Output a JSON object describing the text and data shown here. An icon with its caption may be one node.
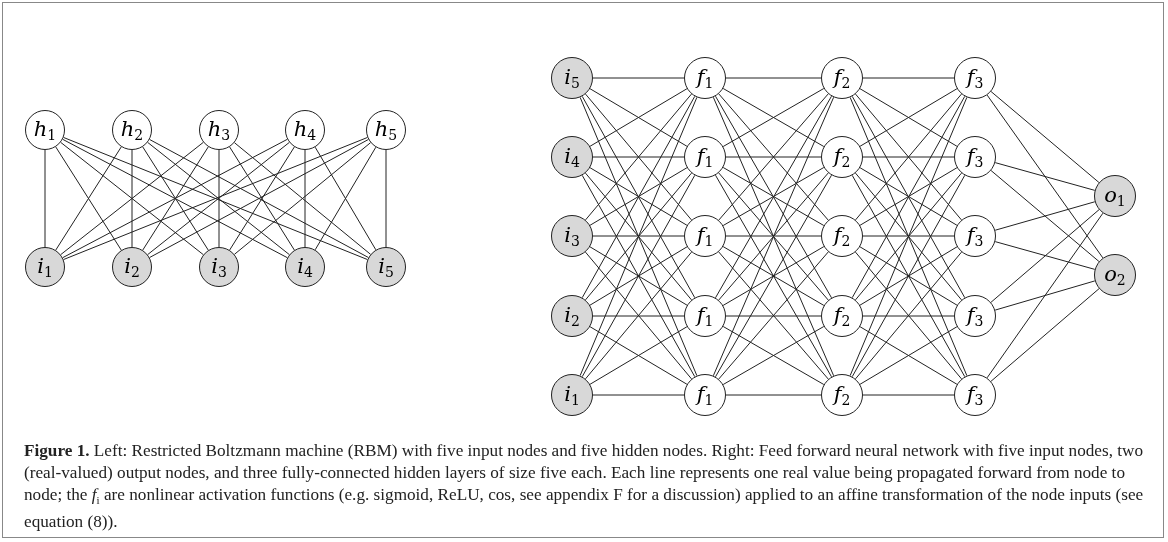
{
  "diagram": {
    "caption": "**Figure 1.** Left: Restricted Boltzmann machine (RBM) with five input nodes and five hidden nodes. Right: Feed forward neural network with five input nodes, two (real-valued) output nodes, and three fully-connected hidden layers of size five each. Each line represents one real value being propagated forward from node to node; the *f*$_{i}$ are nonlinear activation functions (e.g. sigmoid, ReLU, cos, see appendix F for a discussion) applied to an affine transformation of the node inputs (see equation (8)).",
    "nodes": [
      {
        "text": [
          "*h*$_{1}$"
        ]
      },
      {
        "text": [
          "*h*$_{2}$"
        ]
      },
      {
        "text": [
          "*h*$_{3}$"
        ]
      },
      {
        "text": [
          "*h*$_{4}$"
        ]
      },
      {
        "text": [
          "*h*$_{5}$"
        ]
      },
      {
        "text": [
          "*i*$_{1}$"
        ]
      },
      {
        "text": [
          "*i*$_{2}$"
        ]
      },
      {
        "text": [
          "*i*$_{3}$"
        ]
      },
      {
        "text": [
          "*i*$_{4}$"
        ]
      },
      {
        "text": [
          "*i*$_{5}$"
        ]
      },
      {
        "text": [
          "*i*$_{5}$"
        ]
      },
      {
        "text": [
          "*i*$_{4}$"
        ]
      },
      {
        "text": [
          "*i*$_{3}$"
        ]
      },
      {
        "text": [
          "*i*$_{2}$"
        ]
      },
      {
        "text": [
          "*i*$_{1}$"
        ]
      },
      {
        "text": [
          "*f*$_{1}$"
        ]
      },
      {
        "text": [
          "*f*$_{1}$"
        ]
      },
      {
        "text": [
          "*f*$_{1}$"
        ]
      },
      {
        "text": [
          "*f*$_{1}$"
        ]
      },
      {
        "text": [
          "*f*$_{1}$"
        ]
      },
      {
        "text": [
          "*f*$_{2}$"
        ]
      },
      {
        "text": [
          "*f*$_{2}$"
        ]
      },
      {
        "text": [
          "*f*$_{2}$"
        ]
      },
      {
        "text": [
          "*f*$_{2}$"
        ]
      },
      {
        "text": [
          "*f*$_{2}$"
        ]
      },
      {
        "text": [
          "*f*$_{3}$"
        ]
      },
      {
        "text": [
          "*f*$_{3}$"
        ]
      },
      {
        "text": [
          "*f*$_{3}$"
        ]
      },
      {
        "text": [
          "*f*$_{3}$"
        ]
      },
      {
        "text": [
          "*f*$_{3}$"
        ]
      },
      {
        "text": [
          "*o*$_{1}$"
        ]
      },
      {
        "text": [
          "*o*$_{2}$"
        ]
      }
    ],
    "edges": [
      {
        "from": 0,
        "to": 5,
        "arrow": "none"
      },
      {
        "from": 0,
        "to": 6,
        "arrow": "none"
      },
      {
        "from": 0,
        "to": 7,
        "arrow": "none"
      },
      {
        "from": 0,
        "to": 8,
        "arrow": "none"
      },
      {
        "from": 0,
        "to": 9,
        "arrow": "none"
      },
      {
        "from": 1,
        "to": 5,
        "arrow": "none"
      },
      {
        "from": 1,
        "to": 6,
        "arrow": "none"
      },
      {
        "from": 1,
        "to": 7,
        "arrow": "none"
      },
      {
        "from": 1,
        "to": 8,
        "arrow": "none"
      },
      {
        "from": 1,
        "to": 9,
        "arrow": "none"
      },
      {
        "from": 2,
        "to": 5,
        "arrow": "none"
      },
      {
        "from": 2,
        "to": 6,
        "arrow": "none"
      },
      {
        "from": 2,
        "to": 7,
        "arrow": "none"
      },
      {
        "from": 2,
        "to": 8,
        "arrow": "none"
      },
      {
        "from": 2,
        "to": 9,
        "arrow": "none"
      },
      {
        "from": 3,
        "to": 5,
        "arrow": "none"
      },
      {
        "from": 3,
        "to": 6,
        "arrow": "none"
      },
      {
        "from": 3,
        "to": 7,
        "arrow": "none"
      },
      {
        "from": 3,
        "to": 8,
        "arrow": "none"
      },
      {
        "from": 3,
        "to": 9,
        "arrow": "none"
      },
      {
        "from": 4,
        "to": 5,
        "arrow": "none"
      },
      {
        "from": 4,
        "to": 6,
        "arrow": "none"
      },
      {
        "from": 4,
        "to": 7,
        "arrow": "none"
      },
      {
        "from": 4,
        "to": 8,
        "arrow": "none"
      },
      {
        "from": 4,
        "to": 9,
        "arrow": "none"
      },
      {
        "from": 10,
        "to": 15,
        "arrow": "none"
      },
      {
        "from": 10,
        "to": 16,
        "arrow": "none"
      },
      {
        "from": 10,
        "to": 17,
        "arrow": "none"
      },
      {
        "from": 10,
        "to": 18,
        "arrow": "none"
      },
      {
        "from": 10,
        "to": 19,
        "arrow": "none"
      },
      {
        "from": 11,
        "to": 15,
        "arrow": "none"
      },
      {
        "from": 11,
        "to": 16,
        "arrow": "none"
      },
      {
        "from": 11,
        "to": 17,
        "arrow": "none"
      },
      {
        "from": 11,
        "to": 18,
        "arrow": "none"
      },
      {
        "from": 11,
        "to": 19,
        "arrow": "none"
      },
      {
        "from": 12,
        "to": 15,
        "arrow": "none"
      },
      {
        "from": 12,
        "to": 16,
        "arrow": "none"
      },
      {
        "from": 12,
        "to": 17,
        "arrow": "none"
      },
      {
        "from": 12,
        "to": 18,
        "arrow": "none"
      },
      {
        "from": 12,
        "to": 19,
        "arrow": "none"
      },
      {
        "from": 13,
        "to": 15,
        "arrow": "none"
      },
      {
        "from": 13,
        "to": 16,
        "arrow": "none"
      },
      {
        "from": 13,
        "to": 17,
        "arrow": "none"
      },
      {
        "from": 13,
        "to": 18,
        "arrow": "none"
      },
      {
        "from": 13,
        "to": 19,
        "arrow": "none"
      },
      {
        "from": 14,
        "to": 15,
        "arrow": "none"
      },
      {
        "from": 14,
        "to": 16,
        "arrow": "none"
      },
      {
        "from": 14,
        "to": 17,
        "arrow": "none"
      },
      {
        "from": 14,
        "to": 18,
        "arrow": "none"
      },
      {
        "from": 14,
        "to": 19,
        "arrow": "none"
      },
      {
        "from": 15,
        "to": 20,
        "arrow": "none"
      },
      {
        "from": 15,
        "to": 21,
        "arrow": "none"
      },
      {
        "from": 15,
        "to": 22,
        "arrow": "none"
      },
      {
        "from": 15,
        "to": 23,
        "arrow": "none"
      },
      {
        "from": 15,
        "to": 24,
        "arrow": "none"
      },
      {
        "from": 16,
        "to": 20,
        "arrow": "none"
      },
      {
        "from": 16,
        "to": 21,
        "arrow": "none"
      },
      {
        "from": 16,
        "to": 22,
        "arrow": "none"
      },
      {
        "from": 16,
        "to": 23,
        "arrow": "none"
      },
      {
        "from": 16,
        "to": 24,
        "arrow": "none"
      },
      {
        "from": 17,
        "to": 20,
        "arrow": "none"
      },
      {
        "from": 17,
        "to": 21,
        "arrow": "none"
      },
      {
        "from": 17,
        "to": 22,
        "arrow": "none"
      },
      {
        "from": 17,
        "to": 23,
        "arrow": "none"
      },
      {
        "from": 17,
        "to": 24,
        "arrow": "none"
      },
      {
        "from": 18,
        "to": 20,
        "arrow": "none"
      },
      {
        "from": 18,
        "to": 21,
        "arrow": "none"
      },
      {
        "from": 18,
        "to": 22,
        "arrow": "none"
      },
      {
        "from": 18,
        "to": 23,
        "arrow": "none"
      },
      {
        "from": 18,
        "to": 24,
        "arrow": "none"
      },
      {
        "from": 19,
        "to": 20,
        "arrow": "none"
      },
      {
        "from": 19,
        "to": 21,
        "arrow": "none"
      },
      {
        "from": 19,
        "to": 22,
        "arrow": "none"
      },
      {
        "from": 19,
        "to": 23,
        "arrow": "none"
      },
      {
        "from": 19,
        "to": 24,
        "arrow": "none"
      },
      {
        "from": 20,
        "to": 25,
        "arrow": "none"
      },
      {
        "from": 20,
        "to": 26,
        "arrow": "none"
      },
      {
        "from": 20,
        "to": 27,
        "arrow": "none"
      },
      {
        "from": 20,
        "to": 28,
        "arrow": "none"
      },
      {
        "from": 20,
        "to": 29,
        "arrow": "none"
      },
      {
        "from": 21,
        "to": 25,
        "arrow": "none"
      },
      {
        "from": 21,
        "to": 26,
        "arrow": "none"
      },
      {
        "from": 21,
        "to": 27,
        "arrow": "none"
      },
      {
        "from": 21,
        "to": 28,
        "arrow": "none"
      },
      {
        "from": 21,
        "to": 29,
        "arrow": "none"
      },
      {
        "from": 22,
        "to": 25,
        "arrow": "none"
      },
      {
        "from": 22,
        "to": 26,
        "arrow": "none"
      },
      {
        "from": 22,
        "to": 27,
        "arrow": "none"
      },
      {
        "from": 22,
        "to": 28,
        "arrow": "none"
      },
      {
        "from": 22,
        "to": 29,
        "arrow": "none"
      },
      {
        "from": 23,
        "to": 25,
        "arrow": "none"
      },
      {
        "from": 23,
        "to": 26,
        "arrow": "none"
      },
      {
        "from": 23,
        "to": 27,
        "arrow": "none"
      },
      {
        "from": 23,
        "to": 28,
        "arrow": "none"
      },
      {
        "from": 23,
        "to": 29,
        "arrow": "none"
      },
      {
        "from": 24,
        "to": 25,
        "arrow": "none"
      },
      {
        "from": 24,
        "to": 26,
        "arrow": "none"
      },
      {
        "from": 24,
        "to": 27,
        "arrow": "none"
      },
      {
        "from": 24,
        "to": 28,
        "arrow": "none"
      },
      {
        "from": 24,
        "to": 29,
        "arrow": "none"
      },
      {
        "from": 25,
        "to": 30,
        "arrow": "none"
      },
      {
        "from": 25,
        "to": 31,
        "arrow": "none"
      },
      {
        "from": 26,
        "to": 30,
        "arrow": "none"
      },
      {
        "from": 26,
        "to": 31,
        "arrow": "none"
      },
      {
        "from": 27,
        "to": 30,
        "arrow": "none"
      },
      {
        "from": 27,
        "to": 31,
        "arrow": "none"
      },
      {
        "from": 28,
        "to": 30,
        "arrow": "none"
      },
      {
        "from": 28,
        "to": 31,
        "arrow": "none"
      },
      {
        "from": 29,
        "to": 30,
        "arrow": "none"
      },
      {
        "from": 29,
        "to": 31,
        "arrow": "none"
      }
    ]
  }
}
